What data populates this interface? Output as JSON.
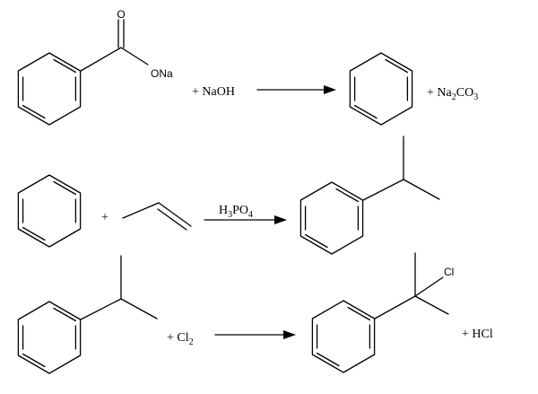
{
  "reactions": [
    {
      "reactant_atoms": {
        "carbonyl_o": "O",
        "salt": "ONa"
      },
      "reagent": {
        "prefix": "+ ",
        "text": "NaOH"
      },
      "byproduct": {
        "prefix": "+ ",
        "a": "Na",
        "a_sub": "2",
        "b": "CO",
        "b_sub": "3"
      }
    },
    {
      "plus": "+",
      "catalyst": {
        "a": "H",
        "a_sub": "3",
        "b": "PO",
        "b_sub": "4"
      }
    },
    {
      "reagent": {
        "prefix": "+ ",
        "a": "Cl",
        "a_sub": "2"
      },
      "product_atom": "Cl",
      "byproduct": {
        "prefix": "+ ",
        "text": "HCl"
      }
    }
  ]
}
